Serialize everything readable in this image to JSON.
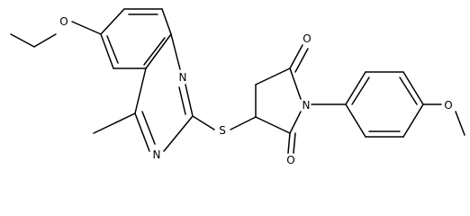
{
  "molecule": {
    "atoms": {
      "n1": "N",
      "n3": "N",
      "s": "S",
      "n_imide": "N",
      "o_ethoxy": "O",
      "o_carbonyl_top": "O",
      "o_carbonyl_bottom": "O",
      "o_methoxy": "O"
    }
  },
  "colors": {
    "bond": "#000000",
    "label": "#000000",
    "background": "#ffffff"
  }
}
